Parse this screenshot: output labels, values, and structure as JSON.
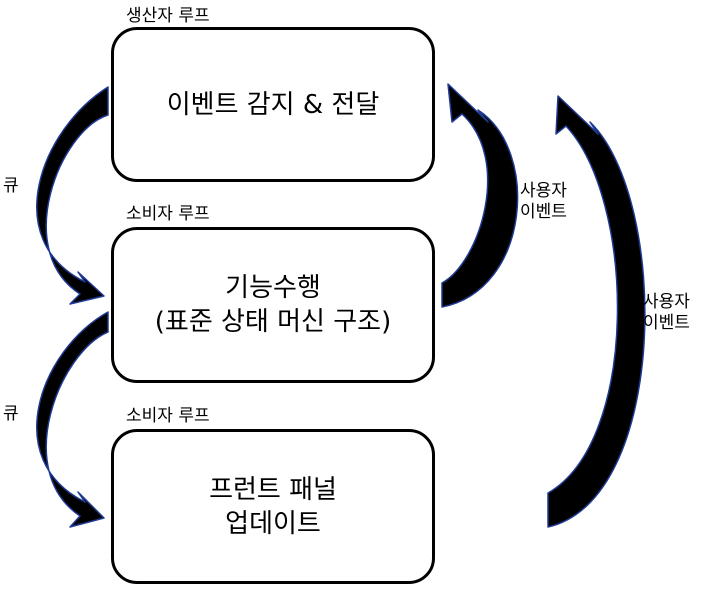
{
  "colors": {
    "arrow_fill": "#000000",
    "arrow_outline": "#1f3a93",
    "box_border": "#000000",
    "background": "#ffffff"
  },
  "boxes": {
    "producer": {
      "loop_label": "생산자 루프",
      "lines": [
        "이벤트 감지 & 전달"
      ]
    },
    "function": {
      "loop_label": "소비자 루프",
      "lines": [
        "기능수행",
        "(표준 상태 머신 구조)"
      ]
    },
    "panel": {
      "loop_label": "소비자 루프",
      "lines": [
        "프런트 패널",
        "업데이트"
      ]
    }
  },
  "left_labels": {
    "queue_upper": "큐",
    "queue_lower": "큐"
  },
  "right_labels": {
    "inner": [
      "사용자",
      "이벤트"
    ],
    "outer": [
      "사용자",
      "이벤트"
    ]
  }
}
